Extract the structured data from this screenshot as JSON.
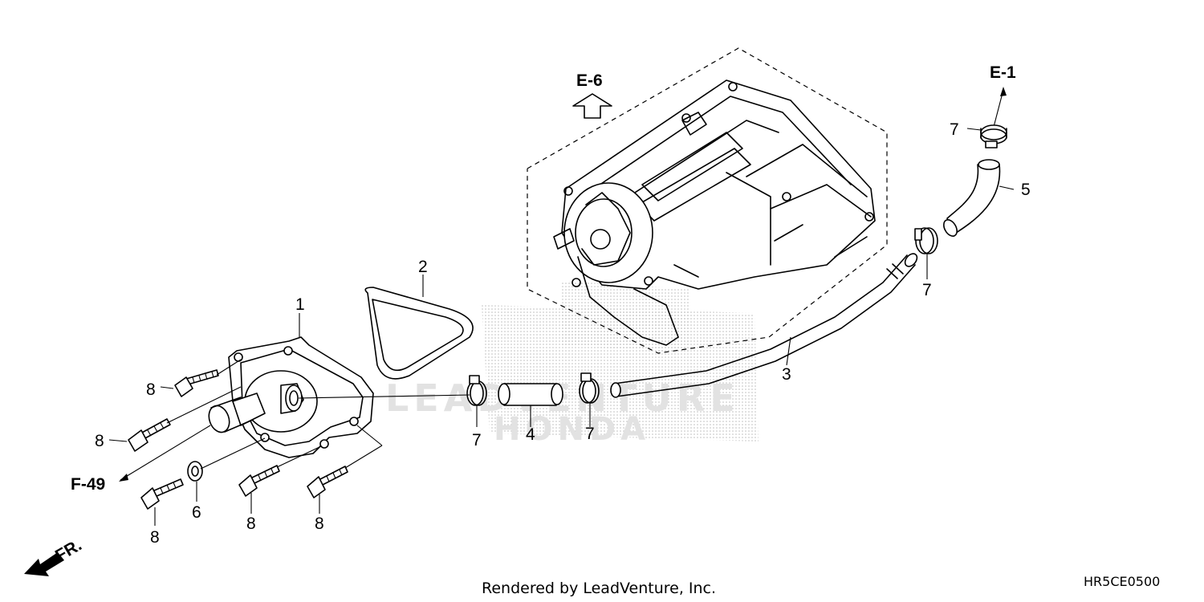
{
  "diagram": {
    "part_labels": {
      "water_pump_cover": "1",
      "o_ring": "2",
      "water_pipe": "3",
      "water_hose_short": "4",
      "water_hose_bent": "5",
      "washer": "6",
      "clamp": "7",
      "bolt": "8"
    },
    "references": {
      "e6": "E-6",
      "e1": "E-1",
      "f49": "F-49"
    },
    "front_indicator": "FR.",
    "watermark_top": "LEADVENTURE",
    "watermark_bottom": "HONDA",
    "footer_text": "Rendered by LeadVenture, Inc.",
    "diagram_code": "HR5CE0500"
  }
}
